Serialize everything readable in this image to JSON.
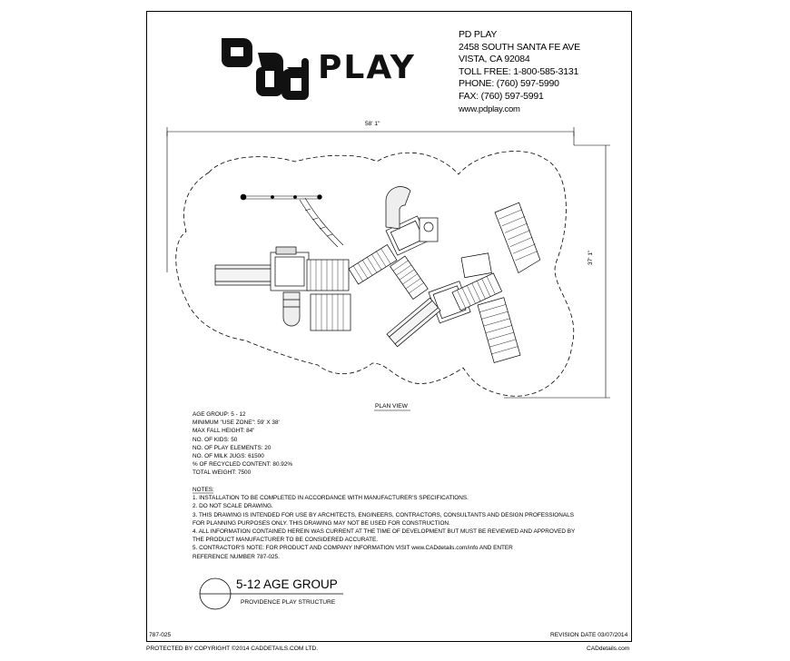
{
  "brand": {
    "logo_text": "pd PLAY",
    "contact": [
      "PD PLAY",
      "2458 SOUTH SANTA FE AVE",
      "VISTA, CA 92084",
      "TOLL FREE: 1-800-585-3131",
      "PHONE: (760) 597-5990",
      "FAX: (760) 597-5991",
      "www.pdplay.com"
    ]
  },
  "plan": {
    "width_dim": "58' 1\"",
    "height_dim": "37' 1\"",
    "view_label": "PLAN VIEW"
  },
  "specs": [
    "AGE GROUP: 5 - 12",
    "MINIMUM \"USE ZONE\": 59' X 38'",
    "MAX FALL HEIGHT: 84\"",
    "NO. OF KIDS: 50",
    "NO. OF PLAY ELEMENTS: 20",
    "NO. OF MILK JUGS: 61500",
    "% OF RECYCLED CONTENT: 80.92%",
    "TOTAL WEIGHT: 7500"
  ],
  "notes": {
    "heading": "NOTES:",
    "items": [
      "1.  INSTALLATION TO BE COMPLETED IN ACCORDANCE WITH MANUFACTURER'S SPECIFICATIONS.",
      "2.  DO NOT SCALE DRAWING.",
      "3.  THIS DRAWING IS INTENDED FOR USE BY ARCHITECTS, ENGINEERS, CONTRACTORS, CONSULTANTS AND DESIGN PROFESSIONALS",
      "      FOR PLANNING PURPOSES ONLY.  THIS DRAWING MAY NOT BE USED FOR CONSTRUCTION.",
      "4.  ALL INFORMATION CONTAINED HEREIN WAS CURRENT AT THE TIME OF DEVELOPMENT BUT MUST BE REVIEWED AND APPROVED BY",
      "      THE PRODUCT MANUFACTURER TO BE CONSIDERED ACCURATE.",
      "5.  CONTRACTOR'S NOTE: FOR PRODUCT AND COMPANY INFORMATION VISIT www.CADdetails.com/info AND ENTER",
      "      REFERENCE NUMBER 787-025."
    ]
  },
  "title_block": {
    "title": "5-12 AGE GROUP",
    "subtitle": "PROVIDENCE PLAY STRUCTURE"
  },
  "footer": {
    "drawing_number": "787-025",
    "revision": "REVISION DATE 03/07/2014",
    "copyright": "PROTECTED BY COPYRIGHT ©2014 CADDETAILS.COM LTD.",
    "site": "CADdetails.com"
  }
}
